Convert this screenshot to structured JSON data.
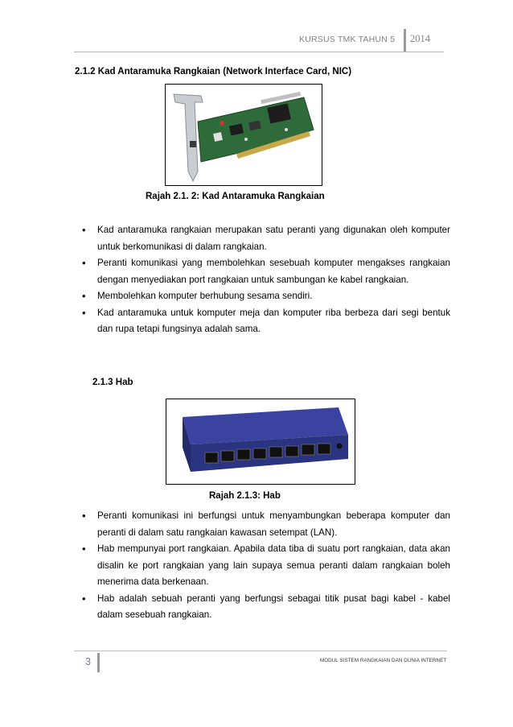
{
  "header": {
    "title": "KURSUS TMK TAHUN 5",
    "year": "2014"
  },
  "section_nic": {
    "heading": "2.1.2  Kad Antaramuka Rangkaian (Network Interface Card, NIC)",
    "caption": "Rajah 2.1. 2: Kad Antaramuka Rangkaian",
    "figure_icon": "network-interface-card",
    "bullets": [
      "Kad antaramuka rangkaian merupakan satu peranti yang digunakan oleh komputer untuk berkomunikasi di dalam rangkaian.",
      "Peranti komunikasi yang membolehkan sesebuah komputer mengakses rangkaian dengan menyediakan port rangkaian untuk sambungan ke kabel rangkaian.",
      "Membolehkan komputer berhubung sesama sendiri.",
      "Kad antaramuka untuk komputer meja dan komputer riba berbeza dari segi bentuk dan rupa tetapi fungsinya adalah sama."
    ]
  },
  "section_hub": {
    "heading": "2.1.3  Hab",
    "caption": "Rajah 2.1.3: Hab",
    "figure_icon": "network-hub",
    "bullets": [
      "Peranti komunikasi ini berfungsi untuk menyambungkan beberapa komputer dan peranti di dalam satu rangkaian kawasan setempat (LAN).",
      "Hab mempunyai port rangkaian. Apabila data tiba di suatu port rangkaian, data akan disalin ke port rangkaian yang lain supaya semua peranti dalam rangkaian boleh menerima data berkenaan.",
      "Hab adalah sebuah peranti yang berfungsi sebagai titik pusat bagi kabel - kabel dalam sesebuah rangkaian."
    ]
  },
  "footer": {
    "page_number": "3",
    "text": "MODUL SISTEM RANGKAIAN DAN DUNIA INTERNET"
  },
  "colors": {
    "pcb_green": "#2f6b3a",
    "hub_blue": "#2b3480",
    "page_number": "#5b7ab5"
  }
}
